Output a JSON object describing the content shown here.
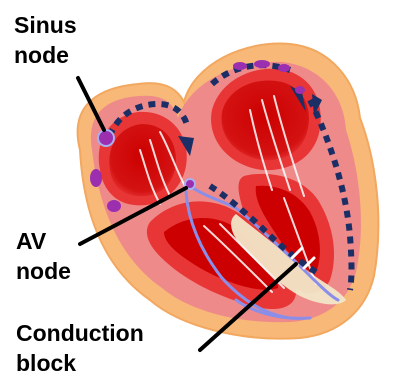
{
  "labels": {
    "sinus_node": [
      "Sinus",
      "node"
    ],
    "av_node": [
      "AV",
      "node"
    ],
    "conduction_block": [
      "Conduction",
      "block"
    ]
  },
  "colors": {
    "outer_wall": "#f7b878",
    "muscle": "#ef8a8a",
    "chamber": "#cc0000",
    "chamber_glow": "#e83535",
    "conduction_path": "#1b2f66",
    "fibers": "#8b8ee8",
    "nodes": "#9b2fb0",
    "block_region": "#f2e6c8",
    "leader_lines": "#000000"
  },
  "icons": {
    "arrows": "arrowhead-icon"
  }
}
